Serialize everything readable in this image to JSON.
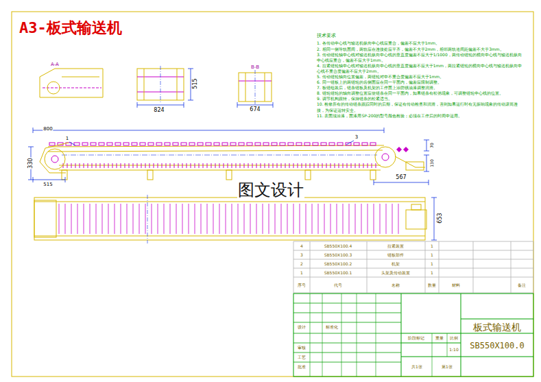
{
  "diagram": {
    "title": "A3-板式输送机",
    "labels": [
      "A-A",
      "B-B",
      "824",
      "515",
      "674",
      "800",
      "330",
      "515",
      "3",
      "1",
      "70",
      "130",
      "567",
      "653",
      "图文设计",
      "技术要求",
      "1. 各传动中心线与输送机纵向中心线应重合，偏差不应大于1mm。",
      "2. 相同一侧导轨面间，两轨应在连接处应平齐，偏差不大于2mm，相邻两轨道间距偏差不大于3mm。",
      "3. 传动链轮轴中心线对输送机纵向中心线的垂直度偏差不应大于1/1000，两传动链轮的横向中心线与输送机纵向中心线应重合，偏差不应大于1mm。",
      "4. 拉紧链轮轴中心线对输送机纵向中心线的垂直度偏差不应大于1mm，两拉紧链轮的横向中心线与输送机纵向中心线不重合度偏差不应大于2mm。",
      "5. 传动链轮轴向位置偏差，两链轮对中不重合度偏差不应大于1mm。",
      "6. 同一链板上的两链轮的齿侧面应在同一平面内，偏差应限制调整。",
      "7. 板链组装后，链条链板及机架的工作面上涂防锈油漆调整润滑。",
      "8. 链轮链轮的轴向调整位置应使链条在同一平面内，如果链条有松弛现象，可调整链轮中心线的位置。",
      "9. 调节机构跟转，保持链条的松紧适当。",
      "10. 检修所有的传动链条跟踪同时的后期，保证有传动检查和润滑，否则如果运行时有无振响现象的传动滚筒连接，为保证运转安全。",
      "11. 表面须涂漆，面漆用SP-200的型号颜色检验；必须在工作后的时间中运用。",
      "4",
      "SB550X100.4",
      "拉紧装置",
      "1",
      "3",
      "SB550X100.3",
      "链板部件",
      "1",
      "2",
      "SB550X100.2",
      "机架",
      "1",
      "1",
      "SB550X100.1",
      "头架及传动装置",
      "1",
      "序号",
      "代号",
      "名称",
      "数量",
      "材料",
      "备注",
      "板式输送机",
      "SB550X100.0",
      "1:10",
      "共1张",
      "第1张",
      "设计",
      "审核",
      "工艺",
      "标准化",
      "批准",
      "阶段标记",
      "重量",
      "比例"
    ]
  }
}
